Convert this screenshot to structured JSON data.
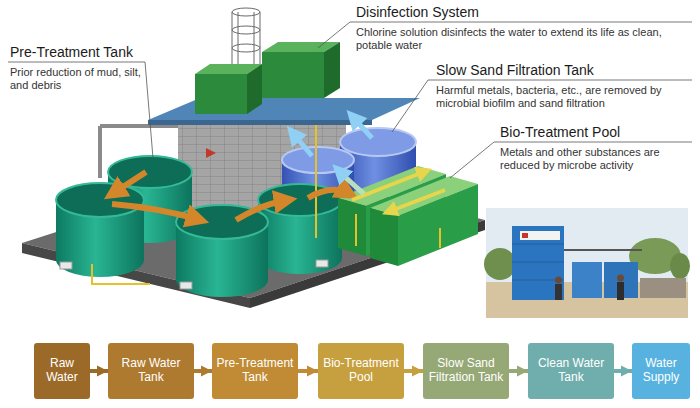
{
  "diagram": {
    "nodes": [
      {
        "text": [
          "Raw Water"
        ]
      },
      {
        "text": [
          "Raw Water Tank"
        ]
      },
      {
        "text": [
          "Pre-Treatment Tank"
        ]
      },
      {
        "text": [
          "Bio-Treatment Pool"
        ]
      },
      {
        "text": [
          "Slow Sand Filtration Tank"
        ]
      },
      {
        "text": [
          "Clean Water Tank"
        ]
      },
      {
        "text": [
          "Water Supply"
        ]
      }
    ],
    "edges": [
      {
        "from": 0,
        "to": 1,
        "arrow": "to"
      },
      {
        "from": 1,
        "to": 2,
        "arrow": "to"
      },
      {
        "from": 2,
        "to": 3,
        "arrow": "to"
      },
      {
        "from": 3,
        "to": 4,
        "arrow": "to"
      },
      {
        "from": 4,
        "to": 5,
        "arrow": "to"
      },
      {
        "from": 5,
        "to": 6,
        "arrow": "to"
      }
    ],
    "labels": [
      "Pre-Treatment Tank",
      "Prior reduction of mud, silt, and debris",
      "Disinfection System",
      "Chlorine solution disinfects the water to extend its life as clean, potable water",
      "Slow Sand Filtration Tank",
      "Harmful metals, bacteria, etc., are removed by microbial biofilm and sand filtration",
      "Bio-Treatment Pool",
      "Metals and other substances are reduced by microbe activity"
    ]
  }
}
